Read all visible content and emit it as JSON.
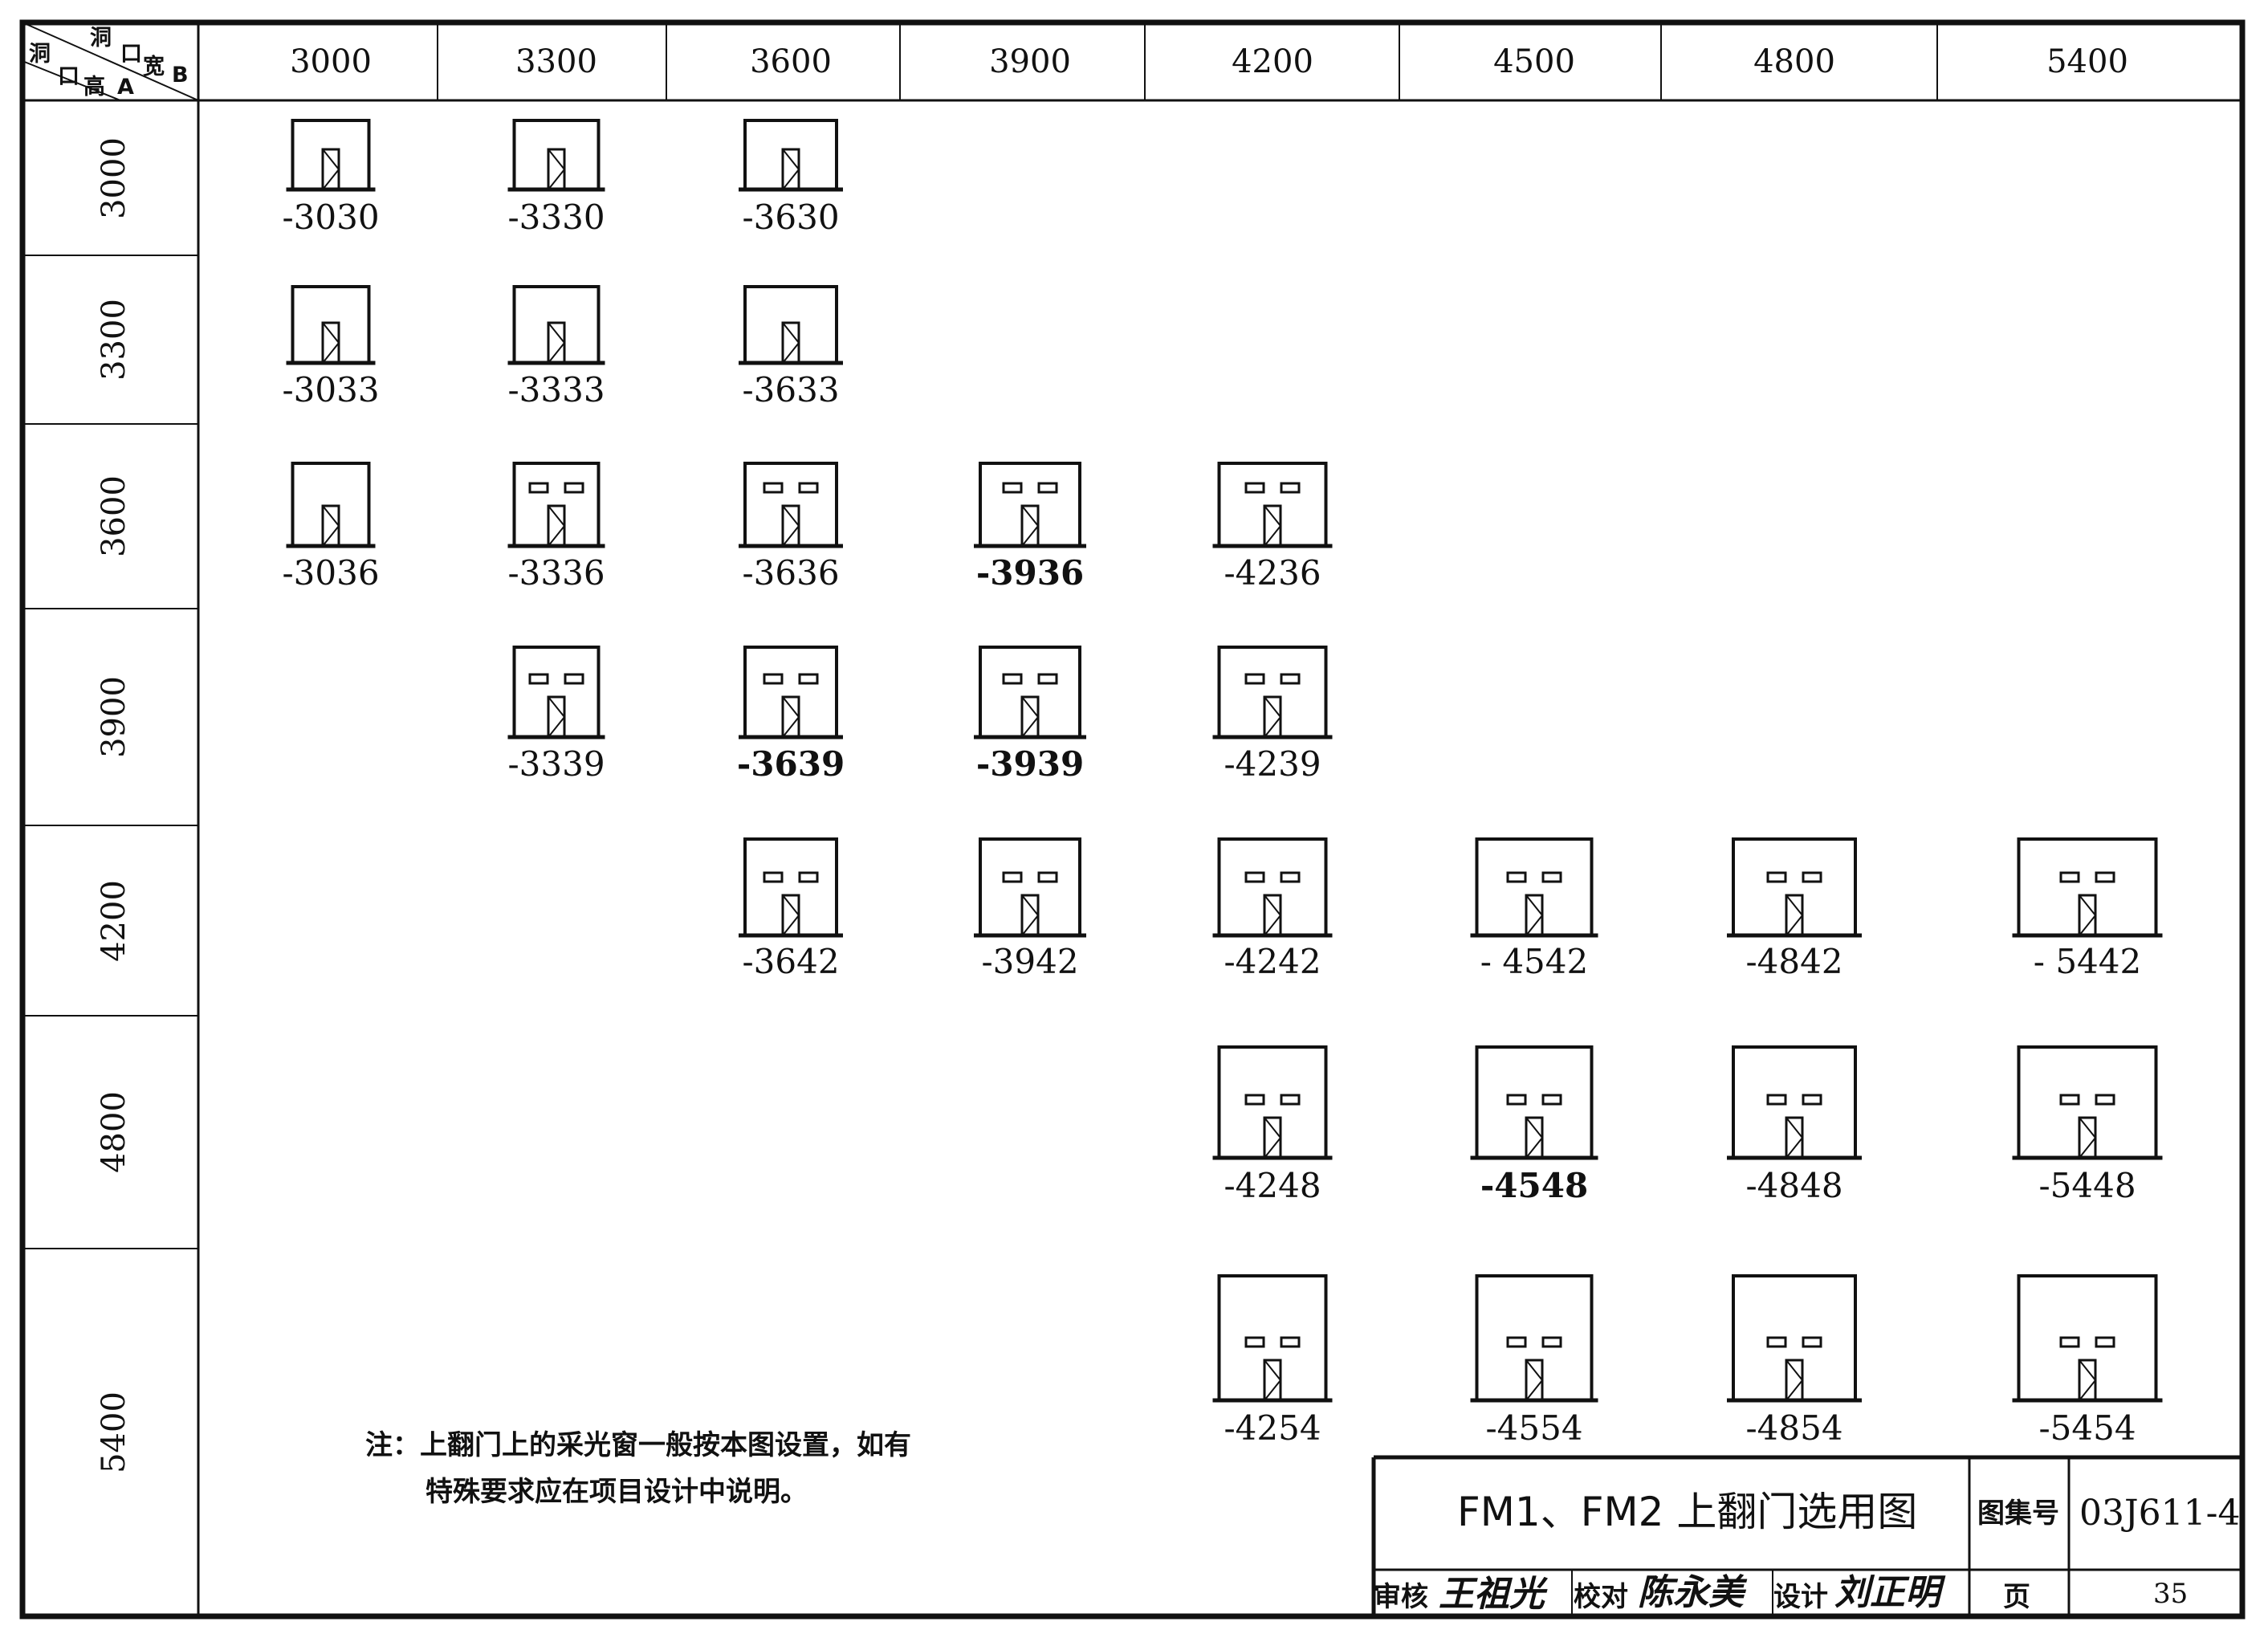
{
  "header": {
    "corner": {
      "top1": "洞",
      "top2": "口",
      "right": "宽",
      "rightB": "B",
      "left1": "洞",
      "left2": "口",
      "bottom": "高",
      "bottomA": "A"
    },
    "widths": [
      "3000",
      "3300",
      "3600",
      "3900",
      "4200",
      "4500",
      "4800",
      "5400"
    ],
    "heights": [
      "3000",
      "3300",
      "3600",
      "3900",
      "4200",
      "4800",
      "5400"
    ]
  },
  "doors": [
    {
      "code": "-3030",
      "row": 0,
      "col": 0,
      "windows": false,
      "bold": false
    },
    {
      "code": "-3330",
      "row": 0,
      "col": 1,
      "windows": false,
      "bold": false
    },
    {
      "code": "-3630",
      "row": 0,
      "col": 2,
      "windows": false,
      "bold": false
    },
    {
      "code": "-3033",
      "row": 1,
      "col": 0,
      "windows": false,
      "bold": false
    },
    {
      "code": "-3333",
      "row": 1,
      "col": 1,
      "windows": false,
      "bold": false
    },
    {
      "code": "-3633",
      "row": 1,
      "col": 2,
      "windows": false,
      "bold": false
    },
    {
      "code": "-3036",
      "row": 2,
      "col": 0,
      "windows": false,
      "bold": false
    },
    {
      "code": "-3336",
      "row": 2,
      "col": 1,
      "windows": true,
      "bold": false
    },
    {
      "code": "-3636",
      "row": 2,
      "col": 2,
      "windows": true,
      "bold": false
    },
    {
      "code": "-3936",
      "row": 2,
      "col": 3,
      "windows": true,
      "bold": true
    },
    {
      "code": "-4236",
      "row": 2,
      "col": 4,
      "windows": true,
      "bold": false
    },
    {
      "code": "-3339",
      "row": 3,
      "col": 1,
      "windows": true,
      "bold": false
    },
    {
      "code": "-3639",
      "row": 3,
      "col": 2,
      "windows": true,
      "bold": true
    },
    {
      "code": "-3939",
      "row": 3,
      "col": 3,
      "windows": true,
      "bold": true
    },
    {
      "code": "-4239",
      "row": 3,
      "col": 4,
      "windows": true,
      "bold": false
    },
    {
      "code": "-3642",
      "row": 4,
      "col": 2,
      "windows": true,
      "bold": false
    },
    {
      "code": "-3942",
      "row": 4,
      "col": 3,
      "windows": true,
      "bold": false
    },
    {
      "code": "-4242",
      "row": 4,
      "col": 4,
      "windows": true,
      "bold": false
    },
    {
      "code": "- 4542",
      "row": 4,
      "col": 5,
      "windows": true,
      "bold": false
    },
    {
      "code": "-4842",
      "row": 4,
      "col": 6,
      "windows": true,
      "bold": false
    },
    {
      "code": "- 5442",
      "row": 4,
      "col": 7,
      "windows": true,
      "bold": false
    },
    {
      "code": "-4248",
      "row": 5,
      "col": 4,
      "windows": true,
      "bold": false
    },
    {
      "code": "-4548",
      "row": 5,
      "col": 5,
      "windows": true,
      "bold": true
    },
    {
      "code": "-4848",
      "row": 5,
      "col": 6,
      "windows": true,
      "bold": false
    },
    {
      "code": "-5448",
      "row": 5,
      "col": 7,
      "windows": true,
      "bold": false
    },
    {
      "code": "-4254",
      "row": 6,
      "col": 4,
      "windows": true,
      "bold": false
    },
    {
      "code": "-4554",
      "row": 6,
      "col": 5,
      "windows": true,
      "bold": false
    },
    {
      "code": "-4854",
      "row": 6,
      "col": 6,
      "windows": true,
      "bold": false
    },
    {
      "code": "-5454",
      "row": 6,
      "col": 7,
      "windows": true,
      "bold": false
    }
  ],
  "note": {
    "line1": "注：上翻门上的采光窗一般按本图设置，如有",
    "line2": "特殊要求应在项目设计中说明。"
  },
  "title_block": {
    "title": "FM1、FM2 上翻门选用图",
    "atlas_label": "图集号",
    "atlas_no": "03J611-4",
    "review_label": "审核",
    "review_sig": "王祖光",
    "check_label": "校对",
    "check_sig": "陈永美",
    "design_label": "设计",
    "design_sig": "刘正明",
    "page_label": "页",
    "page_no": "35"
  }
}
